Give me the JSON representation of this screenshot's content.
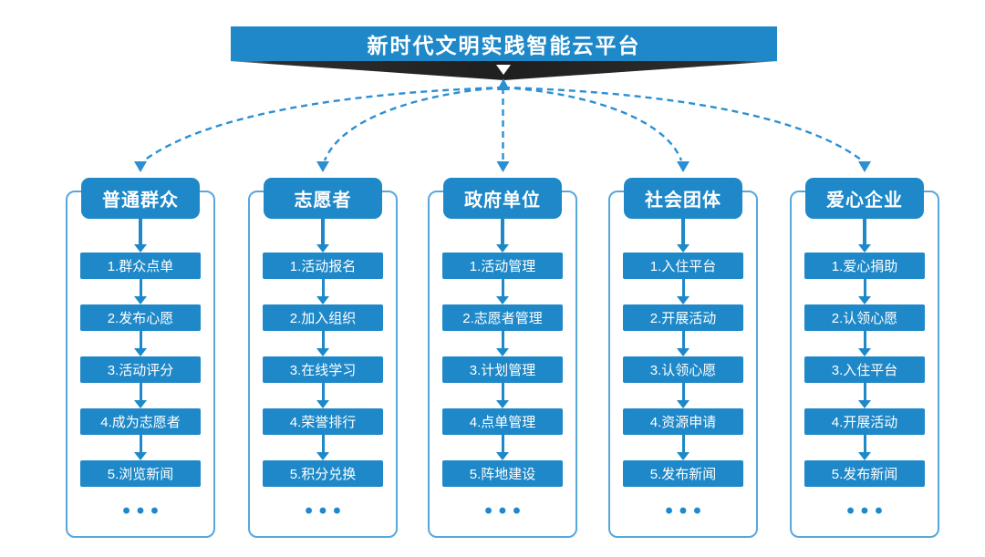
{
  "title": "新时代文明实践智能云平台",
  "more_label": "•••",
  "columns": [
    {
      "header": "普通群众",
      "items": [
        "1.群众点单",
        "2.发布心愿",
        "3.活动评分",
        "4.成为志愿者",
        "5.浏览新闻"
      ]
    },
    {
      "header": "志愿者",
      "items": [
        "1.活动报名",
        "2.加入组织",
        "3.在线学习",
        "4.荣誉排行",
        "5.积分兑换"
      ]
    },
    {
      "header": "政府单位",
      "items": [
        "1.活动管理",
        "2.志愿者管理",
        "3.计划管理",
        "4.点单管理",
        "5.阵地建设"
      ]
    },
    {
      "header": "社会团体",
      "items": [
        "1.入住平台",
        "2.开展活动",
        "3.认领心愿",
        "4.资源申请",
        "5.发布新闻"
      ]
    },
    {
      "header": "爱心企业",
      "items": [
        "1.爱心捐助",
        "2.认领心愿",
        "3.入住平台",
        "4.开展活动",
        "5.发布新闻"
      ]
    }
  ],
  "colors": {
    "primary": "#1E88C8",
    "dashed": "#2B8FD4",
    "container_border": "#57A7DC",
    "wedge": "#262626",
    "text_on_primary": "#FFFFFF"
  }
}
